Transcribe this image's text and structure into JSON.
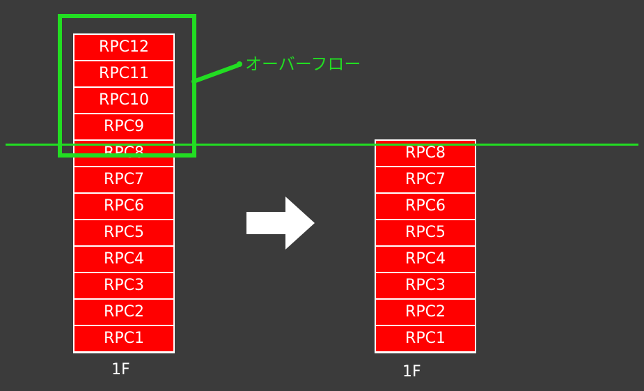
{
  "left_stack": {
    "blocks": [
      "RPC12",
      "RPC11",
      "RPC10",
      "RPC9",
      "RPC8",
      "RPC7",
      "RPC6",
      "RPC5",
      "RPC4",
      "RPC3",
      "RPC2",
      "RPC1"
    ],
    "floor": "1F"
  },
  "right_stack": {
    "blocks": [
      "RPC8",
      "RPC7",
      "RPC6",
      "RPC5",
      "RPC4",
      "RPC3",
      "RPC2",
      "RPC1"
    ],
    "floor": "1F"
  },
  "overflow_label": "オーバーフロー",
  "colors": {
    "background": "#3b3b3b",
    "block": "#ff0000",
    "highlight": "#22dd22",
    "text": "#ffffff"
  }
}
